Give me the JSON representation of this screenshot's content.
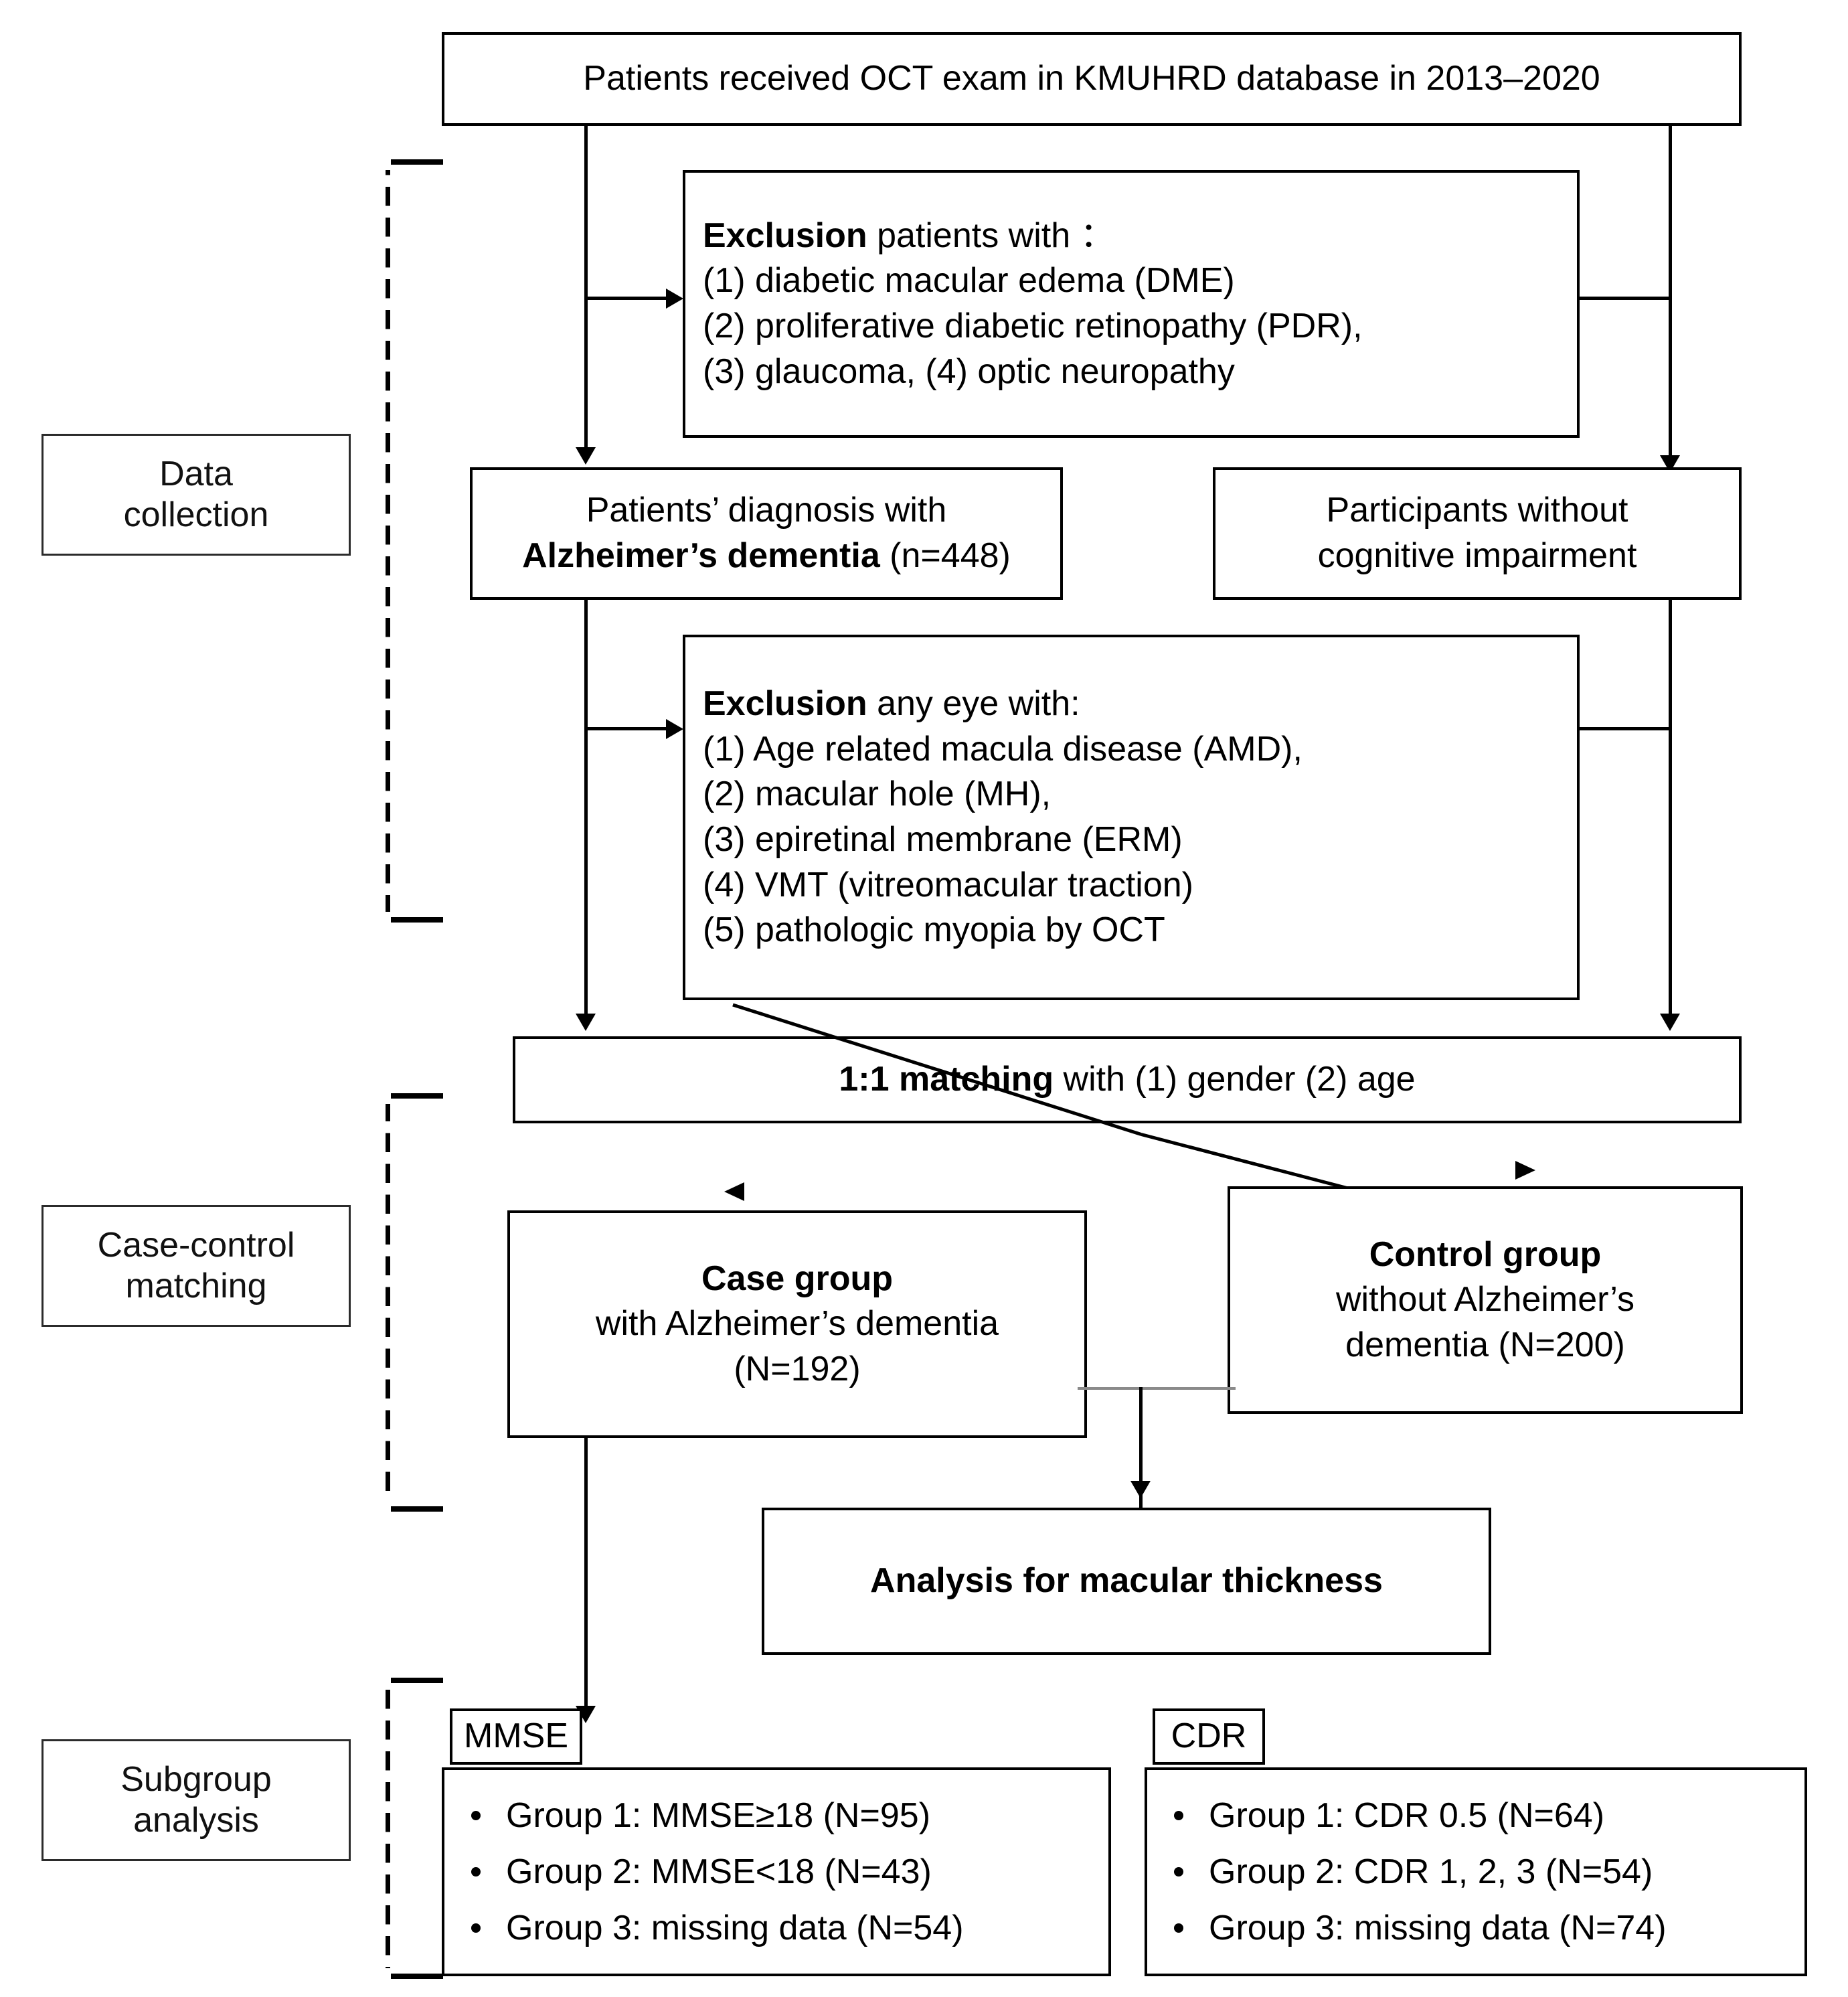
{
  "diagram": {
    "title": "Study flow diagram of OCT macular thickness in Alzheimer's dementia"
  },
  "stages": [
    {
      "id": "data-collection",
      "line1": "Data",
      "line2": "collection"
    },
    {
      "id": "case-control",
      "line1": "Case-control",
      "line2": "matching"
    },
    {
      "id": "subgroup",
      "line1": "Subgroup",
      "line2": "analysis"
    }
  ],
  "source_box": {
    "text": "Patients received OCT exam in KMUHRD database in 2013–2020"
  },
  "exclusion_patients": {
    "heading_bold": "Exclusion",
    "heading_rest": " patients with ：",
    "items": [
      "(1)  diabetic macular edema (DME)",
      "(2)  proliferative diabetic retinopathy (PDR),",
      "(3) glaucoma,  (4) optic neuropathy"
    ]
  },
  "diagnosis_box": {
    "line1": "Patients’ diagnosis with",
    "line2_bold": "Alzheimer’s dementia",
    "line2_rest": " (n=448)"
  },
  "participants_box": {
    "line1": "Participants without",
    "line2": "cognitive impairment"
  },
  "exclusion_eyes": {
    "heading_bold": "Exclusion",
    "heading_rest": " any eye with:",
    "items": [
      "(1) Age related macula disease (AMD),",
      "(2) macular hole (MH),",
      "(3) epiretinal  membrane (ERM)",
      "(4) VMT (vitreomacular traction)",
      "(5) pathologic myopia by OCT"
    ]
  },
  "matching_box": {
    "bold": "1:1 matching",
    "rest": " with (1) gender (2) age"
  },
  "case_group": {
    "title": "Case group",
    "line2": "with Alzheimer’s dementia",
    "line3": "(N=192)"
  },
  "control_group": {
    "title": "Control group",
    "line2": "without Alzheimer’s",
    "line3": "dementia (N=200)"
  },
  "analysis_box": {
    "text": "Analysis for macular thickness"
  },
  "mmse": {
    "tab_label": "MMSE",
    "groups": [
      "Group 1: MMSE≥18 (N=95)",
      "Group 2: MMSE<18 (N=43)",
      "Group 3: missing data (N=54)"
    ]
  },
  "cdr": {
    "tab_label": "CDR",
    "groups": [
      "Group 1: CDR 0.5 (N=64)",
      "Group 2: CDR 1, 2, 3 (N=54)",
      "Group 3: missing data (N=74)"
    ]
  },
  "colors": {
    "stroke": "#000000",
    "thin_connector": "#8a8a8a",
    "background": "#ffffff",
    "stage_border": "#2b2b2b"
  }
}
